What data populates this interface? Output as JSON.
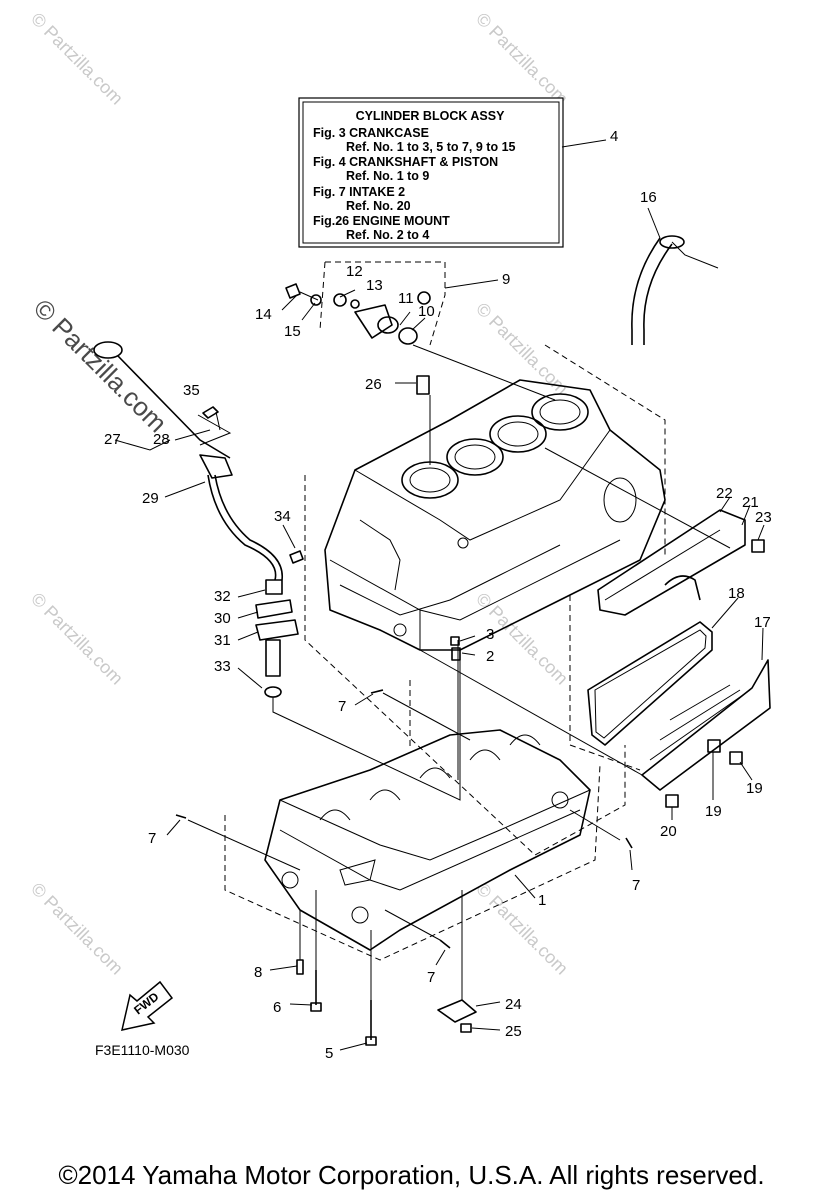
{
  "info_box": {
    "title": "CYLINDER BLOCK ASSY",
    "lines": [
      "Fig.  3 CRANKCASE",
      "Ref. No. 1 to 3, 5 to 7, 9 to 15",
      "Fig.  4 CRANKSHAFT & PISTON",
      "Ref. No. 1 to 9",
      "Fig.  7 INTAKE 2",
      "Ref. No. 20",
      "Fig.26 ENGINE MOUNT",
      "Ref. No. 2 to 4"
    ]
  },
  "callouts": [
    "1",
    "2",
    "3",
    "4",
    "5",
    "6",
    "7",
    "7",
    "7",
    "7",
    "8",
    "9",
    "10",
    "11",
    "12",
    "13",
    "14",
    "15",
    "16",
    "17",
    "18",
    "19",
    "19",
    "20",
    "21",
    "22",
    "23",
    "24",
    "25",
    "26",
    "27",
    "28",
    "29",
    "30",
    "31",
    "32",
    "33",
    "34",
    "35"
  ],
  "fwd_label": "FWD",
  "drawing_code": "F3E1110-M030",
  "watermark": "© Partzilla.com",
  "footer": "©2014  Yamaha Motor Corporation, U.S.A. All rights reserved."
}
